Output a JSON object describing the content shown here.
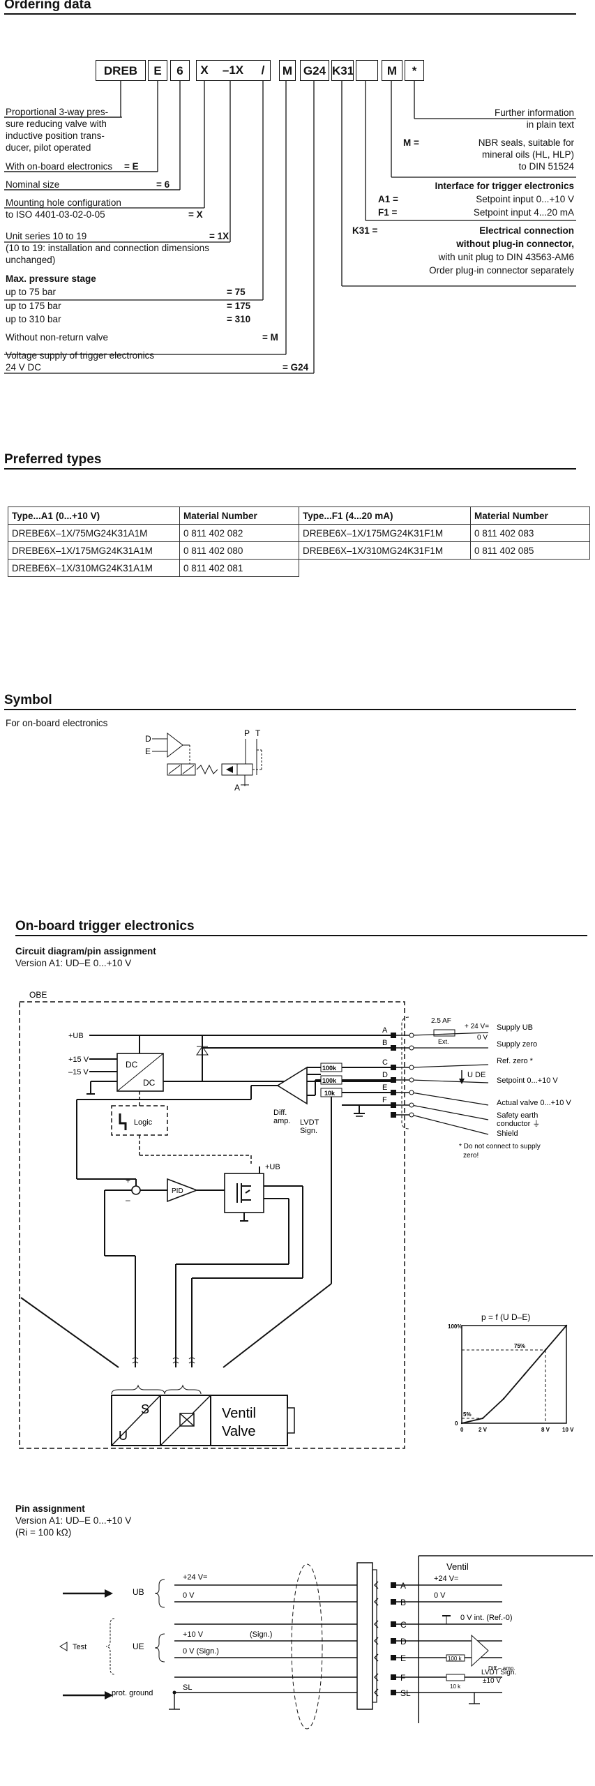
{
  "ordering": {
    "heading": "Ordering data",
    "code_boxes": [
      "DREB",
      "E",
      "6",
      "X",
      "–1X",
      "/",
      "M",
      "G24",
      "K31",
      "",
      "M",
      "*"
    ],
    "left_items": [
      {
        "text": "Proportional 3-way pres-\nsure reducing valve with\ninductive position trans-\nducer, pilot operated",
        "code": ""
      },
      {
        "text": "With on-board electronics",
        "code": "= E"
      },
      {
        "text": "Nominal size",
        "code": "= 6"
      },
      {
        "text": "Mounting hole configuration\nto ISO 4401-03-02-0-05",
        "code": "= X"
      },
      {
        "text": "Unit series 10 to 19\n(10 to 19: installation and connection dimensions\nunchanged)",
        "code": "= 1X"
      },
      {
        "text": "Max. pressure stage",
        "code": ""
      },
      {
        "text": "up to 75 bar",
        "code": "= 75"
      },
      {
        "text": "up to 175 bar",
        "code": "= 175"
      },
      {
        "text": "up to 310 bar",
        "code": "= 310"
      },
      {
        "text": "Without non-return valve",
        "code": "= M"
      },
      {
        "text": "Voltage supply of trigger electronics\n24 V DC",
        "code": "= G24"
      }
    ],
    "right_items": {
      "further_info": "Further information\nin plain text",
      "m_code": "M =",
      "m_text": "NBR seals, suitable for\nmineral oils (HL, HLP)\nto DIN 51524",
      "interface_heading": "Interface for trigger electronics",
      "a1_code": "A1 =",
      "a1_text": "Setpoint input 0...+10 V",
      "f1_code": "F1 =",
      "f1_text": "Setpoint input 4...20 mA",
      "k31_code": "K31 =",
      "elec_heading": "Electrical connection",
      "elec_text1": "without plug-in connector,",
      "elec_text2": "with unit plug to DIN 43563-AM6",
      "elec_text3": "Order plug-in connector separately"
    }
  },
  "preferred": {
    "heading": "Preferred types",
    "headers": [
      "Type...A1 (0...+10 V)",
      "Material Number",
      "Type...F1 (4...20 mA)",
      "Material Number"
    ],
    "rows": [
      [
        "DREBE6X–1X/75MG24K31A1M",
        "0 811 402 082",
        "DREBE6X–1X/175MG24K31F1M",
        "0 811 402 083"
      ],
      [
        "DREBE6X–1X/175MG24K31A1M",
        "0 811 402 080",
        "DREBE6X–1X/310MG24K31F1M",
        "0 811 402 085"
      ],
      [
        "DREBE6X–1X/310MG24K31A1M",
        "0 811 402 081",
        "",
        ""
      ]
    ]
  },
  "symbol": {
    "heading": "Symbol",
    "caption": "For on-board electronics",
    "labels": [
      "D",
      "E",
      "P",
      "T",
      "A"
    ]
  },
  "trigger": {
    "heading": "On-board trigger electronics",
    "sub1": "Circuit diagram/pin assignment",
    "sub1_version": "Version A1: UD–E 0...+10 V",
    "obe": "OBE",
    "left_labels": [
      "+UB",
      "+15 V",
      "–15 V"
    ],
    "dc1": "DC",
    "dc2": "DC",
    "logic": "Logic",
    "diff_amp": "Diff.\namp.",
    "res": [
      "100k",
      "100k",
      "10k"
    ],
    "lvdt": "LVDT\nSign.",
    "pid": "PID",
    "plus_ub": "+UB",
    "pins": [
      "A",
      "B",
      "C",
      "D",
      "E",
      "F"
    ],
    "fuse": "2.5 AF",
    "fuse_ext": "Ext.",
    "v24": "+ 24 V=",
    "v0": "0 V",
    "udE": "U DE",
    "right_labels": [
      "Supply UB",
      "Supply zero",
      "Ref. zero *",
      "Setpoint 0...+10 V",
      "Actual valve 0...+10 V",
      "Safety earth\nconductor ⏚",
      "Shield"
    ],
    "footnote": "* Do not connect to supply\nzero!",
    "block_s": "S",
    "block_u": "U",
    "block_ventil": "Ventil\nValve",
    "graph": {
      "title": "p = f (U D–E)",
      "y_labels": [
        "100%",
        "75%",
        "5%",
        "0"
      ],
      "x_labels": [
        "0",
        "2 V",
        "8 V",
        "10 V"
      ]
    }
  },
  "chart_data": {
    "type": "line",
    "title": "p = f (U D–E)",
    "xlabel": "",
    "ylabel": "",
    "x": [
      0,
      2,
      4,
      6,
      8,
      10
    ],
    "series": [
      {
        "values": [
          0,
          5,
          25,
          50,
          75,
          100
        ]
      }
    ],
    "xlim": [
      0,
      10
    ],
    "ylim": [
      0,
      100
    ]
  },
  "pin_assign": {
    "sub": "Pin assignment",
    "version": "Version A1: UD–E 0...+10 V",
    "ri": "(Ri = 100 kΩ)",
    "ub": "UB",
    "ue": "UE",
    "test": "Test",
    "prot": "prot. ground",
    "left_sig": [
      "+24 V=",
      "0 V",
      "+10 V",
      "(Sign.)",
      "0 V  (Sign.)",
      "SL"
    ],
    "pins": [
      "A",
      "B",
      "C",
      "D",
      "E",
      "F",
      "SL"
    ],
    "ventil": "Ventil",
    "right_sig": [
      "+24 V=",
      "0 V",
      "0 V int. (Ref.-0)",
      "100 k",
      "Diff.– amp.",
      "10 k",
      "LVDT Sign.",
      "±10 V"
    ]
  }
}
